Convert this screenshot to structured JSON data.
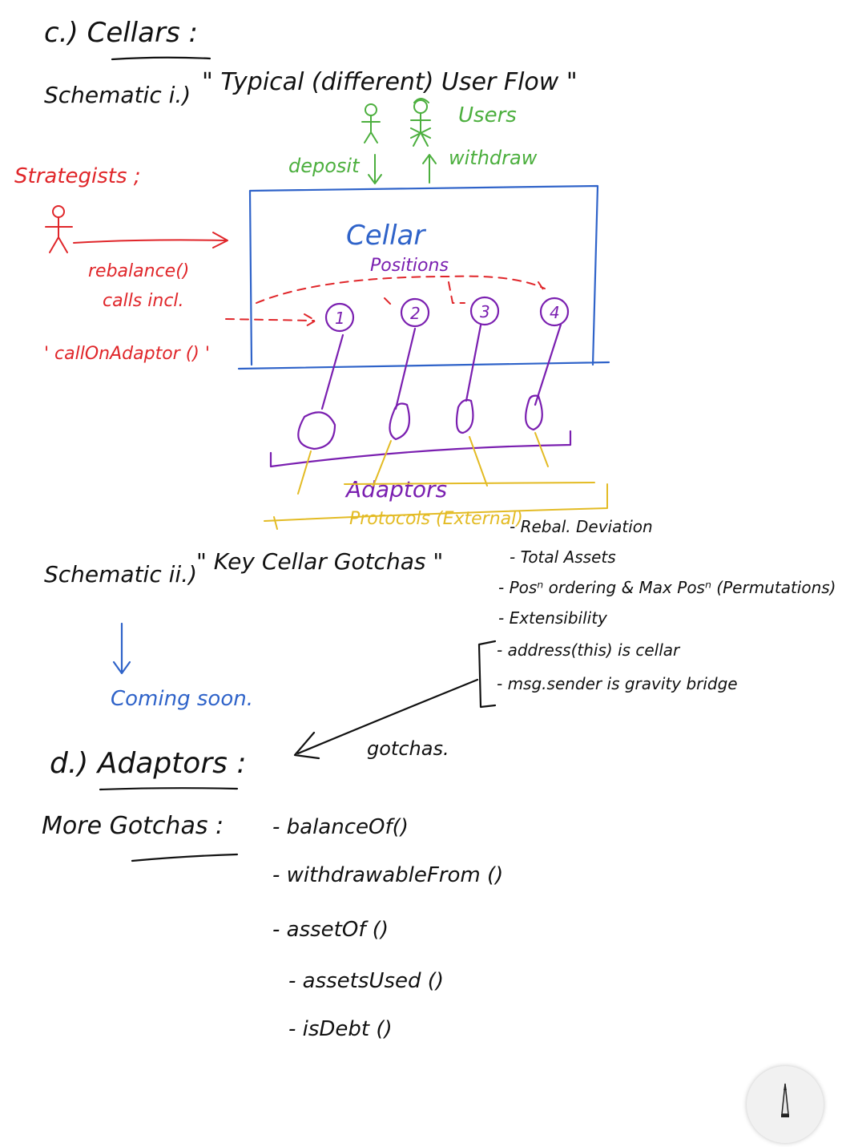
{
  "section_c": {
    "heading": "c.) Cellars :"
  },
  "schematic_1": {
    "label": "Schematic i.)",
    "title": "\" Typical (different) User Flow \""
  },
  "users": {
    "label": "Users",
    "deposit": "deposit",
    "withdraw": "withdraw"
  },
  "strategists": {
    "label": "Strategists ;",
    "rebalance": "rebalance()",
    "calls_incl": "calls incl.",
    "call_on_adaptor": "' callOnAdaptor () '"
  },
  "cellar": {
    "label": "Cellar",
    "positions_label": "Positions",
    "positions": [
      "1",
      "2",
      "3",
      "4"
    ]
  },
  "adaptors": {
    "label": "Adaptors"
  },
  "protocols": {
    "label": "Protocols (External)"
  },
  "schematic_2": {
    "label": "Schematic ii.)",
    "title": "\" Key Cellar Gotchas \"",
    "arrow_note": "↓",
    "coming_soon": "Coming soon.",
    "gotchas": [
      "- Rebal. Deviation",
      "- Total Assets",
      "- Posⁿ ordering & Max Posⁿ (Permutations)",
      "- Extensibility",
      "- address(this) is cellar",
      "- msg.sender is gravity bridge"
    ],
    "gotchas_label": "gotchas."
  },
  "section_d": {
    "heading": "d.) Adaptors :",
    "more_gotchas_label": "More Gotchas :",
    "items": [
      "- balanceOf()",
      "- withdrawableFrom ()",
      "- assetOf ()",
      "- assetsUsed ()",
      "- isDebt ()"
    ]
  },
  "colors": {
    "ink": "#111111",
    "cellar": "#2f63c9",
    "users": "#4caf3e",
    "strategists": "#e0262a",
    "adaptors": "#7a1fb0",
    "protocols": "#e3bb24"
  },
  "icons": [
    "stick-figure-icon",
    "pencil-icon"
  ]
}
